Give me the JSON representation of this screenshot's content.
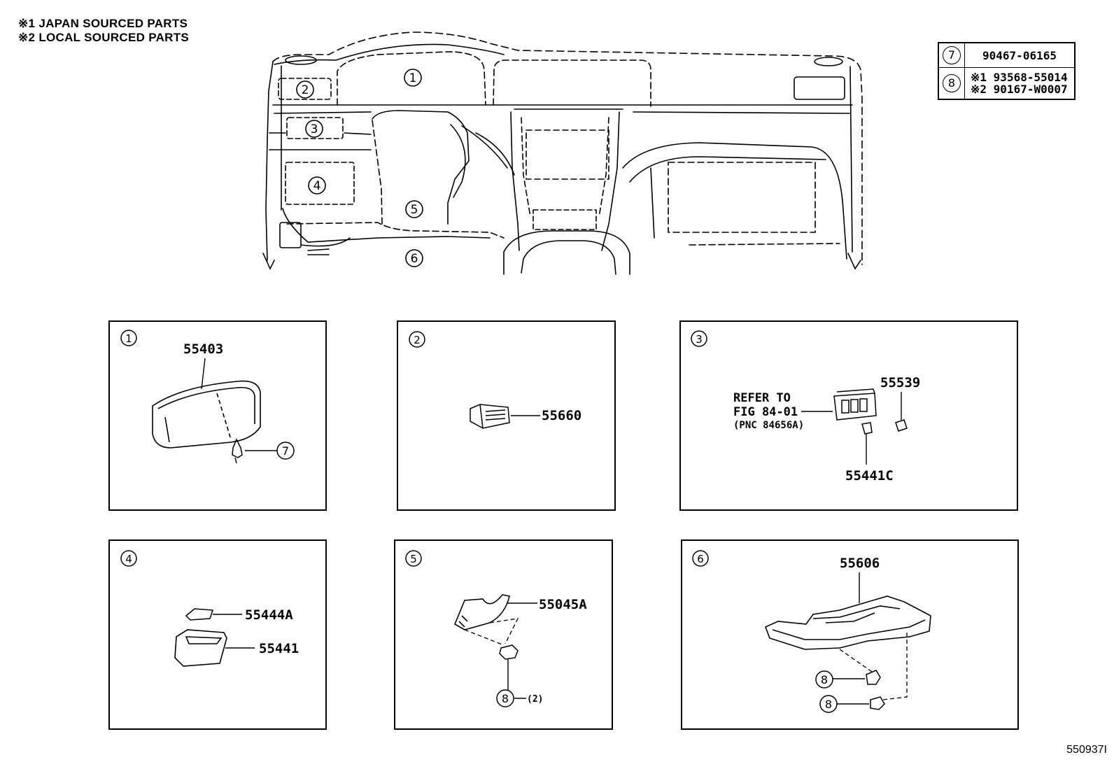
{
  "legend": {
    "line1": "※1 JAPAN SOURCED PARTS",
    "line2": "※2 LOCAL SOURCED PARTS"
  },
  "ref_table": {
    "rows": [
      {
        "num": "7",
        "parts": [
          "90467-06165"
        ]
      },
      {
        "num": "8",
        "parts": [
          "※1 93568-55014",
          "※2 90167-W0007"
        ]
      }
    ]
  },
  "overview": {
    "callouts": [
      "1",
      "2",
      "3",
      "4",
      "5",
      "6"
    ]
  },
  "panels": {
    "p1": {
      "num": "1",
      "label_main": "55403",
      "label_clip": "7"
    },
    "p2": {
      "num": "2",
      "label_main": "55660"
    },
    "p3": {
      "num": "3",
      "label_refer1": "REFER TO",
      "label_refer2": "FIG 84-01",
      "label_refer3": "(PNC 84656A)",
      "label_a": "55539",
      "label_b": "55441C"
    },
    "p4": {
      "num": "4",
      "label_a": "55444A",
      "label_b": "55441"
    },
    "p5": {
      "num": "5",
      "label_main": "55045A",
      "label_screw": "8",
      "label_qty": "(2)"
    },
    "p6": {
      "num": "6",
      "label_main": "55606",
      "label_screw1": "8",
      "label_screw2": "8"
    }
  },
  "figure_id": "550937I"
}
